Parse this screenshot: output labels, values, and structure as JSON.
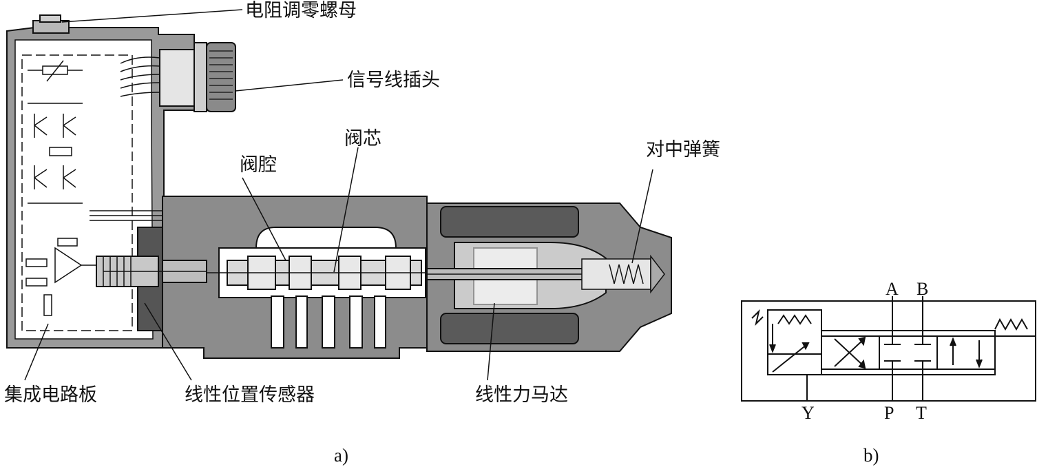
{
  "labels": {
    "resistor_nut": "电阻调零螺母",
    "signal_plug": "信号线插头",
    "valve_core": "阀芯",
    "valve_chamber": "阀腔",
    "centering_spring": "对中弹簧",
    "circuit_board": "集成电路板",
    "position_sensor": "线性位置传感器",
    "force_motor": "线性力马达"
  },
  "symbol": {
    "ports": {
      "A": "A",
      "B": "B",
      "Y": "Y",
      "P": "P",
      "T": "T"
    }
  },
  "captions": {
    "a": "a)",
    "b": "b)"
  },
  "colors": {
    "line": "#111111",
    "gray": "#8c8c8c",
    "light": "#dcdcdc",
    "dark": "#444444"
  }
}
